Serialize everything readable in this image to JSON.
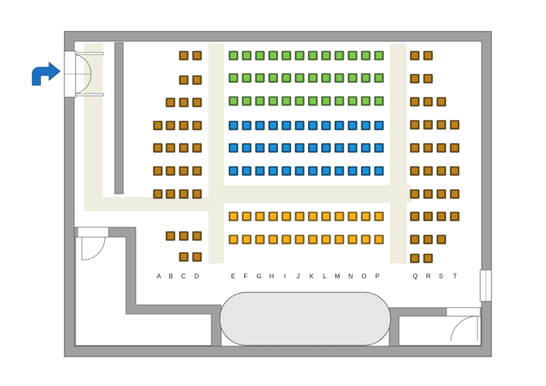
{
  "column_labels": {
    "left": [
      "A",
      "B",
      "C",
      "D"
    ],
    "center": [
      "E",
      "F",
      "G",
      "H",
      "I",
      "J",
      "K",
      "L",
      "M",
      "N",
      "O",
      "P"
    ],
    "right": [
      "Q",
      "R",
      "S",
      "T"
    ]
  },
  "seat_sections": {
    "left": {
      "color": "#b8801e",
      "rows": [
        [
          3,
          4
        ],
        [
          3,
          4
        ],
        [
          2,
          3,
          4
        ],
        [
          1,
          2,
          3,
          4
        ],
        [
          1,
          2,
          3,
          4
        ],
        [
          1,
          2,
          3,
          4
        ],
        [
          1,
          2,
          3,
          4
        ],
        [
          2,
          3,
          4
        ],
        [
          3,
          4
        ]
      ]
    },
    "center": [
      {
        "color": "#7ec850",
        "rows": 3
      },
      {
        "color": "#1e90d8",
        "rows": 3
      },
      {
        "color": "#f6b21e",
        "rows": 2
      }
    ],
    "right": {
      "color": "#b8801e",
      "rows": [
        [
          1,
          2
        ],
        [
          1,
          2
        ],
        [
          1,
          2,
          3
        ],
        [
          1,
          2,
          3,
          4
        ],
        [
          1,
          2,
          3,
          4
        ],
        [
          1,
          2,
          3,
          4
        ],
        [
          1,
          2,
          3,
          4
        ],
        [
          1,
          2,
          3,
          4
        ],
        [
          1,
          2,
          3
        ],
        [
          1,
          2
        ]
      ]
    }
  },
  "colors": {
    "wall": "#a0a0a0",
    "wall_edge": "#555555",
    "aisle": "#efece0",
    "stage": "#e6e6e6",
    "arrow": "#1e6fc0"
  },
  "icons": [
    "entry-arrow-icon",
    "door-icon"
  ]
}
